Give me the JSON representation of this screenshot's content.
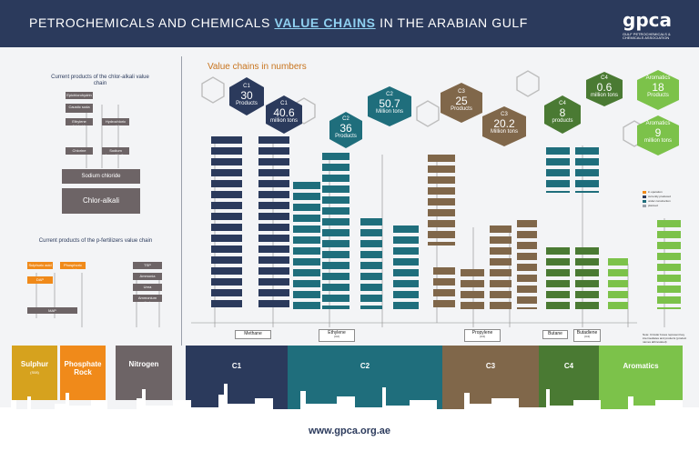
{
  "header": {
    "title_before": "PETROCHEMICALS AND CHEMICALS ",
    "title_highlight": "VALUE CHAINS",
    "title_after": " IN THE ARABIAN GULF",
    "logo_word": "gpca",
    "logo_sub": "GULF PETROCHEMICALS & CHEMICALS ASSOCIATION"
  },
  "chlor_alkali": {
    "title": "Current products of the chlor-alkali value chain",
    "products": [
      "Epichlorohydrin",
      "Caustic soda",
      "Ethylene dichloride",
      "Hydrochloric acid",
      "Chlorine",
      "Sodium hypochlorite"
    ],
    "feed": "Sodium chloride",
    "base": "Chlor-alkali"
  },
  "fertilizers": {
    "title": "Current products of the p-fertilizers value chain",
    "products": [
      "Sulphuric acid",
      "Phosphoric acid",
      "DAP",
      "MAP",
      "TSP",
      "Ammonia",
      "Urea",
      "Ammonium nitrate"
    ],
    "bases": [
      {
        "label": "Sulphur",
        "sub": "(S08)",
        "color": "#d6a21e"
      },
      {
        "label": "Phosphate Rock",
        "sub": "",
        "color": "#f08a1a"
      },
      {
        "label": "Nitrogen",
        "sub": "",
        "color": "#6d6466"
      }
    ]
  },
  "value_chains": {
    "title": "Value chains in numbers",
    "hexes": [
      {
        "group": "C1",
        "value": "30",
        "unit": "Products",
        "color": "#2b3a5c"
      },
      {
        "group": "C1",
        "value": "40.6",
        "unit": "million tons",
        "color": "#2b3a5c"
      },
      {
        "group": "C2",
        "value": "36",
        "unit": "Products",
        "color": "#1f6e7c"
      },
      {
        "group": "C2",
        "value": "50.7",
        "unit": "Million tons",
        "color": "#1f6e7c"
      },
      {
        "group": "C3",
        "value": "25",
        "unit": "Products",
        "color": "#80674a"
      },
      {
        "group": "C3",
        "value": "20.2",
        "unit": "Million tons",
        "color": "#80674a"
      },
      {
        "group": "C4",
        "value": "8",
        "unit": "products",
        "color": "#4a7a33"
      },
      {
        "group": "C4",
        "value": "0.6",
        "unit": "million tons",
        "color": "#4a7a33"
      },
      {
        "group": "Aromatics",
        "value": "18",
        "unit": "Products",
        "color": "#7cc24a"
      },
      {
        "group": "Aromatics",
        "value": "9",
        "unit": "million tons",
        "color": "#7cc24a"
      }
    ],
    "feeds": [
      {
        "label": "Methane",
        "sub": ""
      },
      {
        "label": "Ethylene",
        "sub": "(C2)"
      },
      {
        "label": "Propylene",
        "sub": "(C3)"
      },
      {
        "label": "Butane",
        "sub": ""
      },
      {
        "label": "Butadiene",
        "sub": "(C4)"
      }
    ],
    "bases": [
      {
        "label": "C1",
        "color": "#2b3a5c"
      },
      {
        "label": "C2",
        "color": "#1f6e7c"
      },
      {
        "label": "C3",
        "color": "#80674a"
      },
      {
        "label": "C4",
        "color": "#4a7a33"
      },
      {
        "label": "Aromatics",
        "color": "#7cc24a"
      }
    ],
    "legend": [
      "in operation",
      "currently produced",
      "under construction",
      "planned"
    ],
    "note": "Note: Circular boxes represent key intermediates and products (product names abbreviated)"
  },
  "colors": {
    "navy": "#2b3a5c",
    "teal": "#1f6e7c",
    "brown": "#80674a",
    "dgreen": "#4a7a33",
    "lgreen": "#7cc24a",
    "orange": "#f08a1a"
  },
  "footer": {
    "url": "www.gpca.org.ae"
  }
}
